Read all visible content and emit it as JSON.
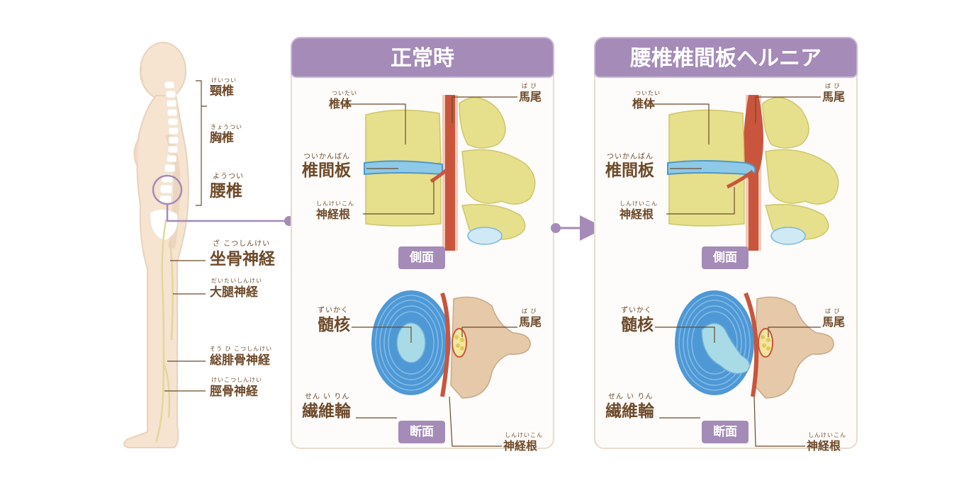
{
  "body_figure": {
    "labels": {
      "cervical": {
        "ruby": "けいつい",
        "text": "頸椎"
      },
      "thoracic": {
        "ruby": "きょうつい",
        "text": "胸椎"
      },
      "lumbar": {
        "ruby": "ようつい",
        "text": "腰椎"
      },
      "sciatic": {
        "ruby": "ざ こつしんけい",
        "text": "坐骨神経"
      },
      "femoral": {
        "ruby": "だいたいしんけい",
        "text": "大腿神経"
      },
      "peroneal": {
        "ruby": "そう ひ こつしんけい",
        "text": "総腓骨神経"
      },
      "tibial": {
        "ruby": "けいこつしんけい",
        "text": "脛骨神経"
      }
    }
  },
  "panels": {
    "normal": {
      "title": "正常時",
      "side_view_badge": "側面",
      "section_view_badge": "断面",
      "labels": {
        "vertebral_body": {
          "ruby": "ついたい",
          "text": "椎体"
        },
        "cauda_equina_top": {
          "ruby": "ば び",
          "text": "馬尾"
        },
        "disc": {
          "ruby": "ついかんばん",
          "text": "椎間板"
        },
        "nerve_root_top": {
          "ruby": "しんけいこん",
          "text": "神経根"
        },
        "nucleus": {
          "ruby": "ずいかく",
          "text": "髄核"
        },
        "cauda_equina_bottom": {
          "ruby": "ば び",
          "text": "馬尾"
        },
        "annulus": {
          "ruby": "せん い りん",
          "text": "繊維輪"
        },
        "nerve_root_bottom": {
          "ruby": "しんけいこん",
          "text": "神経根"
        }
      }
    },
    "hernia": {
      "title": "腰椎椎間板ヘルニア",
      "side_view_badge": "側面",
      "section_view_badge": "断面",
      "labels": {
        "vertebral_body": {
          "ruby": "ついたい",
          "text": "椎体"
        },
        "cauda_equina_top": {
          "ruby": "ば び",
          "text": "馬尾"
        },
        "disc": {
          "ruby": "ついかんばん",
          "text": "椎間板"
        },
        "nerve_root_top": {
          "ruby": "しんけいこん",
          "text": "神経根"
        },
        "nucleus": {
          "ruby": "ずいかく",
          "text": "髄核"
        },
        "cauda_equina_bottom": {
          "ruby": "ば び",
          "text": "馬尾"
        },
        "annulus": {
          "ruby": "せん い りん",
          "text": "繊維輪"
        },
        "nerve_root_bottom": {
          "ruby": "しんけいこん",
          "text": "神経根"
        }
      }
    }
  },
  "colors": {
    "accent_purple": "#a58bb8",
    "label_brown": "#6e4a2a",
    "bone_yellow": "#e6e08c",
    "disc_blue": "#5aa0d6",
    "nerve_red": "#c8553c",
    "skin": "#f6e3d0"
  }
}
